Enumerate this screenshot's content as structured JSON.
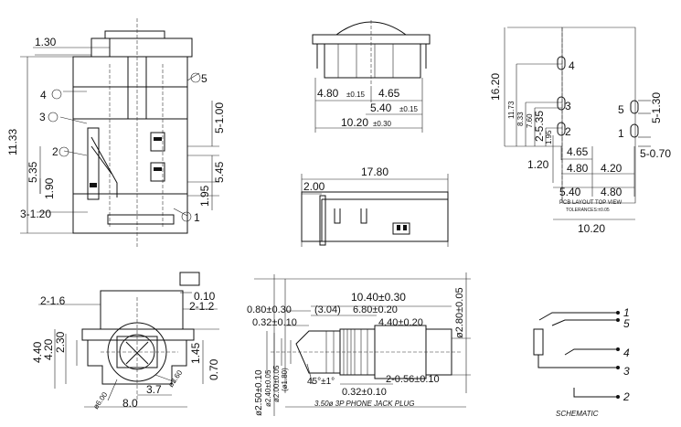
{
  "side_view": {
    "labels": {
      "d130": "1.30",
      "d1133": "11.33",
      "d535": "5.35",
      "d190": "1.90",
      "d3_120": "3-1.20",
      "d5_100": "5-1.00",
      "d545": "5.45",
      "d195": "1.95",
      "pin5": "5",
      "pin4": "4",
      "pin3": "3",
      "pin2": "2",
      "pin1": "1"
    }
  },
  "top_view": {
    "labels": {
      "d480": "4.80",
      "d480t": "±0.15",
      "d465": "4.65",
      "d540": "5.40",
      "d540t": "±0.15",
      "d1020": "10.20",
      "d1020t": "±0.30"
    }
  },
  "front_view": {
    "labels": {
      "d1780": "17.80",
      "d200": "2.00"
    }
  },
  "pcb_view": {
    "labels": {
      "d1620": "16.20",
      "d1173": "11.73",
      "d833": "8.33",
      "d760": "7.60",
      "d2_535": "2-5.35",
      "d195": "1.95",
      "d120": "1.20",
      "d465": "4.65",
      "d480a": "4.80",
      "d420": "4.20",
      "d540": "5.40",
      "d480b": "4.80",
      "d1020": "10.20",
      "d5_130": "5-1.30",
      "d5_070": "5-0.70",
      "p4": "4",
      "p3": "3",
      "p2": "2",
      "p5": "5",
      "p1": "1",
      "title": "PCB LAYOUT TOP VIEW",
      "tol": "TOLERANCES:±0.05"
    }
  },
  "end_view": {
    "labels": {
      "d010": "0.10",
      "d2_16": "2-1.6",
      "d2_12": "2-1.2",
      "d440": "4.40",
      "d420": "4.20",
      "d230": "2.30",
      "d145": "1.45",
      "d070": "0.70",
      "d37": "3.7",
      "d80": "8.0",
      "phi600": "ø6.00",
      "phi360": "ø3.60"
    }
  },
  "plug": {
    "labels": {
      "d1040": "10.40±0.30",
      "d080": "0.80±0.30",
      "d304": "(3.04)",
      "d680": "6.80±0.20",
      "d032a": "0.32±0.10",
      "d440": "4.40±0.20",
      "phi280": "ø2.80±0.05",
      "phi250": "ø2.50±0.10",
      "phi240": "ø2.40±0.05",
      "phi200": "ø2.00±0.05",
      "phi180": "(ø1.80)",
      "ang45": "45°±1°",
      "d032b": "0.32±0.10",
      "d2_056": "2-0.56±0.10",
      "caption": "3.50ø 3P PHONE JACK PLUG"
    }
  },
  "schematic": {
    "labels": {
      "p1": "1",
      "p5": "5",
      "p4": "4",
      "p3": "3",
      "p2": "2",
      "caption": "SCHEMATIC"
    }
  }
}
